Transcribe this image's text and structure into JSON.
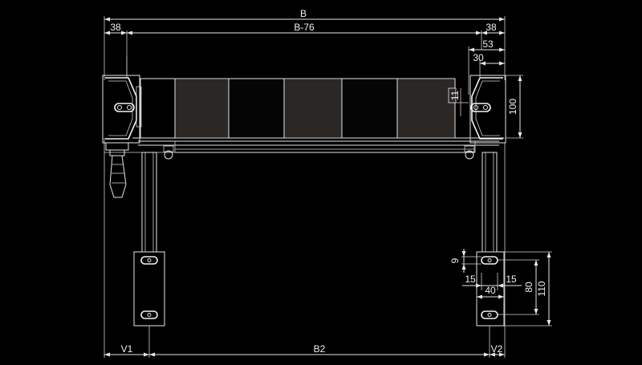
{
  "dimensions": {
    "overall_width": "B",
    "left_offset": "38",
    "inner_width": "B-76",
    "right_offset": "38",
    "right_53": "53",
    "right_30": "30",
    "height_100": "100",
    "gap_11": "11",
    "v1": "V1",
    "b2": "B2",
    "v2": "V2",
    "plate_9": "9",
    "plate_15_left": "15",
    "plate_15_right": "15",
    "plate_40": "40",
    "plate_80": "80",
    "plate_110": "110"
  },
  "colors": {
    "background": "#000000",
    "line": "#e6e6e6",
    "panel_dark": "#2b2725",
    "panel_black": "#050505"
  }
}
